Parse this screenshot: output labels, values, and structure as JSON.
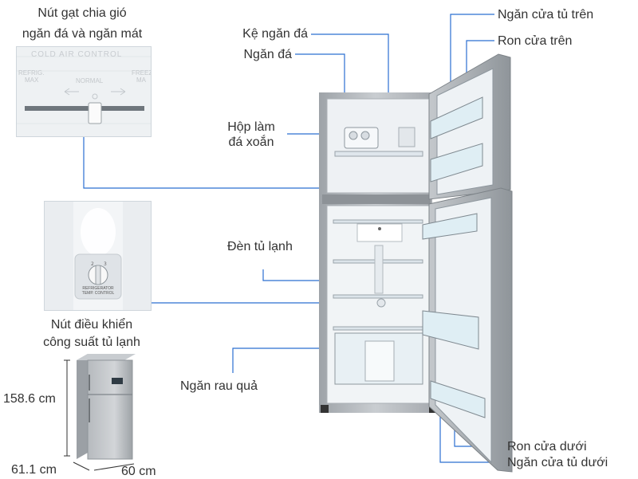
{
  "labels": {
    "slider_line1": "Nút gạt chia gió",
    "slider_line2": "ngăn đá và ngăn mát",
    "knob_line1": "Nút điều khiển",
    "knob_line2": "công suất tủ lạnh",
    "ice_shelf": "Kệ ngăn đá",
    "freezer": "Ngăn đá",
    "ice_maker_line1": "Hộp làm",
    "ice_maker_line2": "đá xoắn",
    "light": "Đèn tủ lạnh",
    "crisper": "Ngăn rau quả",
    "upper_door_shelf": "Ngăn cửa tủ trên",
    "upper_gasket": "Ron cửa trên",
    "lower_gasket": "Ron cửa dưới",
    "lower_door_shelf": "Ngăn cửa tủ dưới"
  },
  "inset_slider": {
    "header": "COLD AIR CONTROL",
    "left_line1": "REFRIG.",
    "left_line2": "MAX",
    "middle": "NORMAL",
    "right_line1": "FREEZ",
    "right_line2": "MA"
  },
  "inset_knob": {
    "caption_line1": "REFRIGERATOR",
    "caption_line2": "TEMP. CONTROL"
  },
  "dimensions": {
    "height": "158.6 cm",
    "depth": "61.1 cm",
    "width": "60 cm"
  },
  "colors": {
    "leader_line": "#2b6fd1",
    "body_silver": "#b8bcc0"
  }
}
